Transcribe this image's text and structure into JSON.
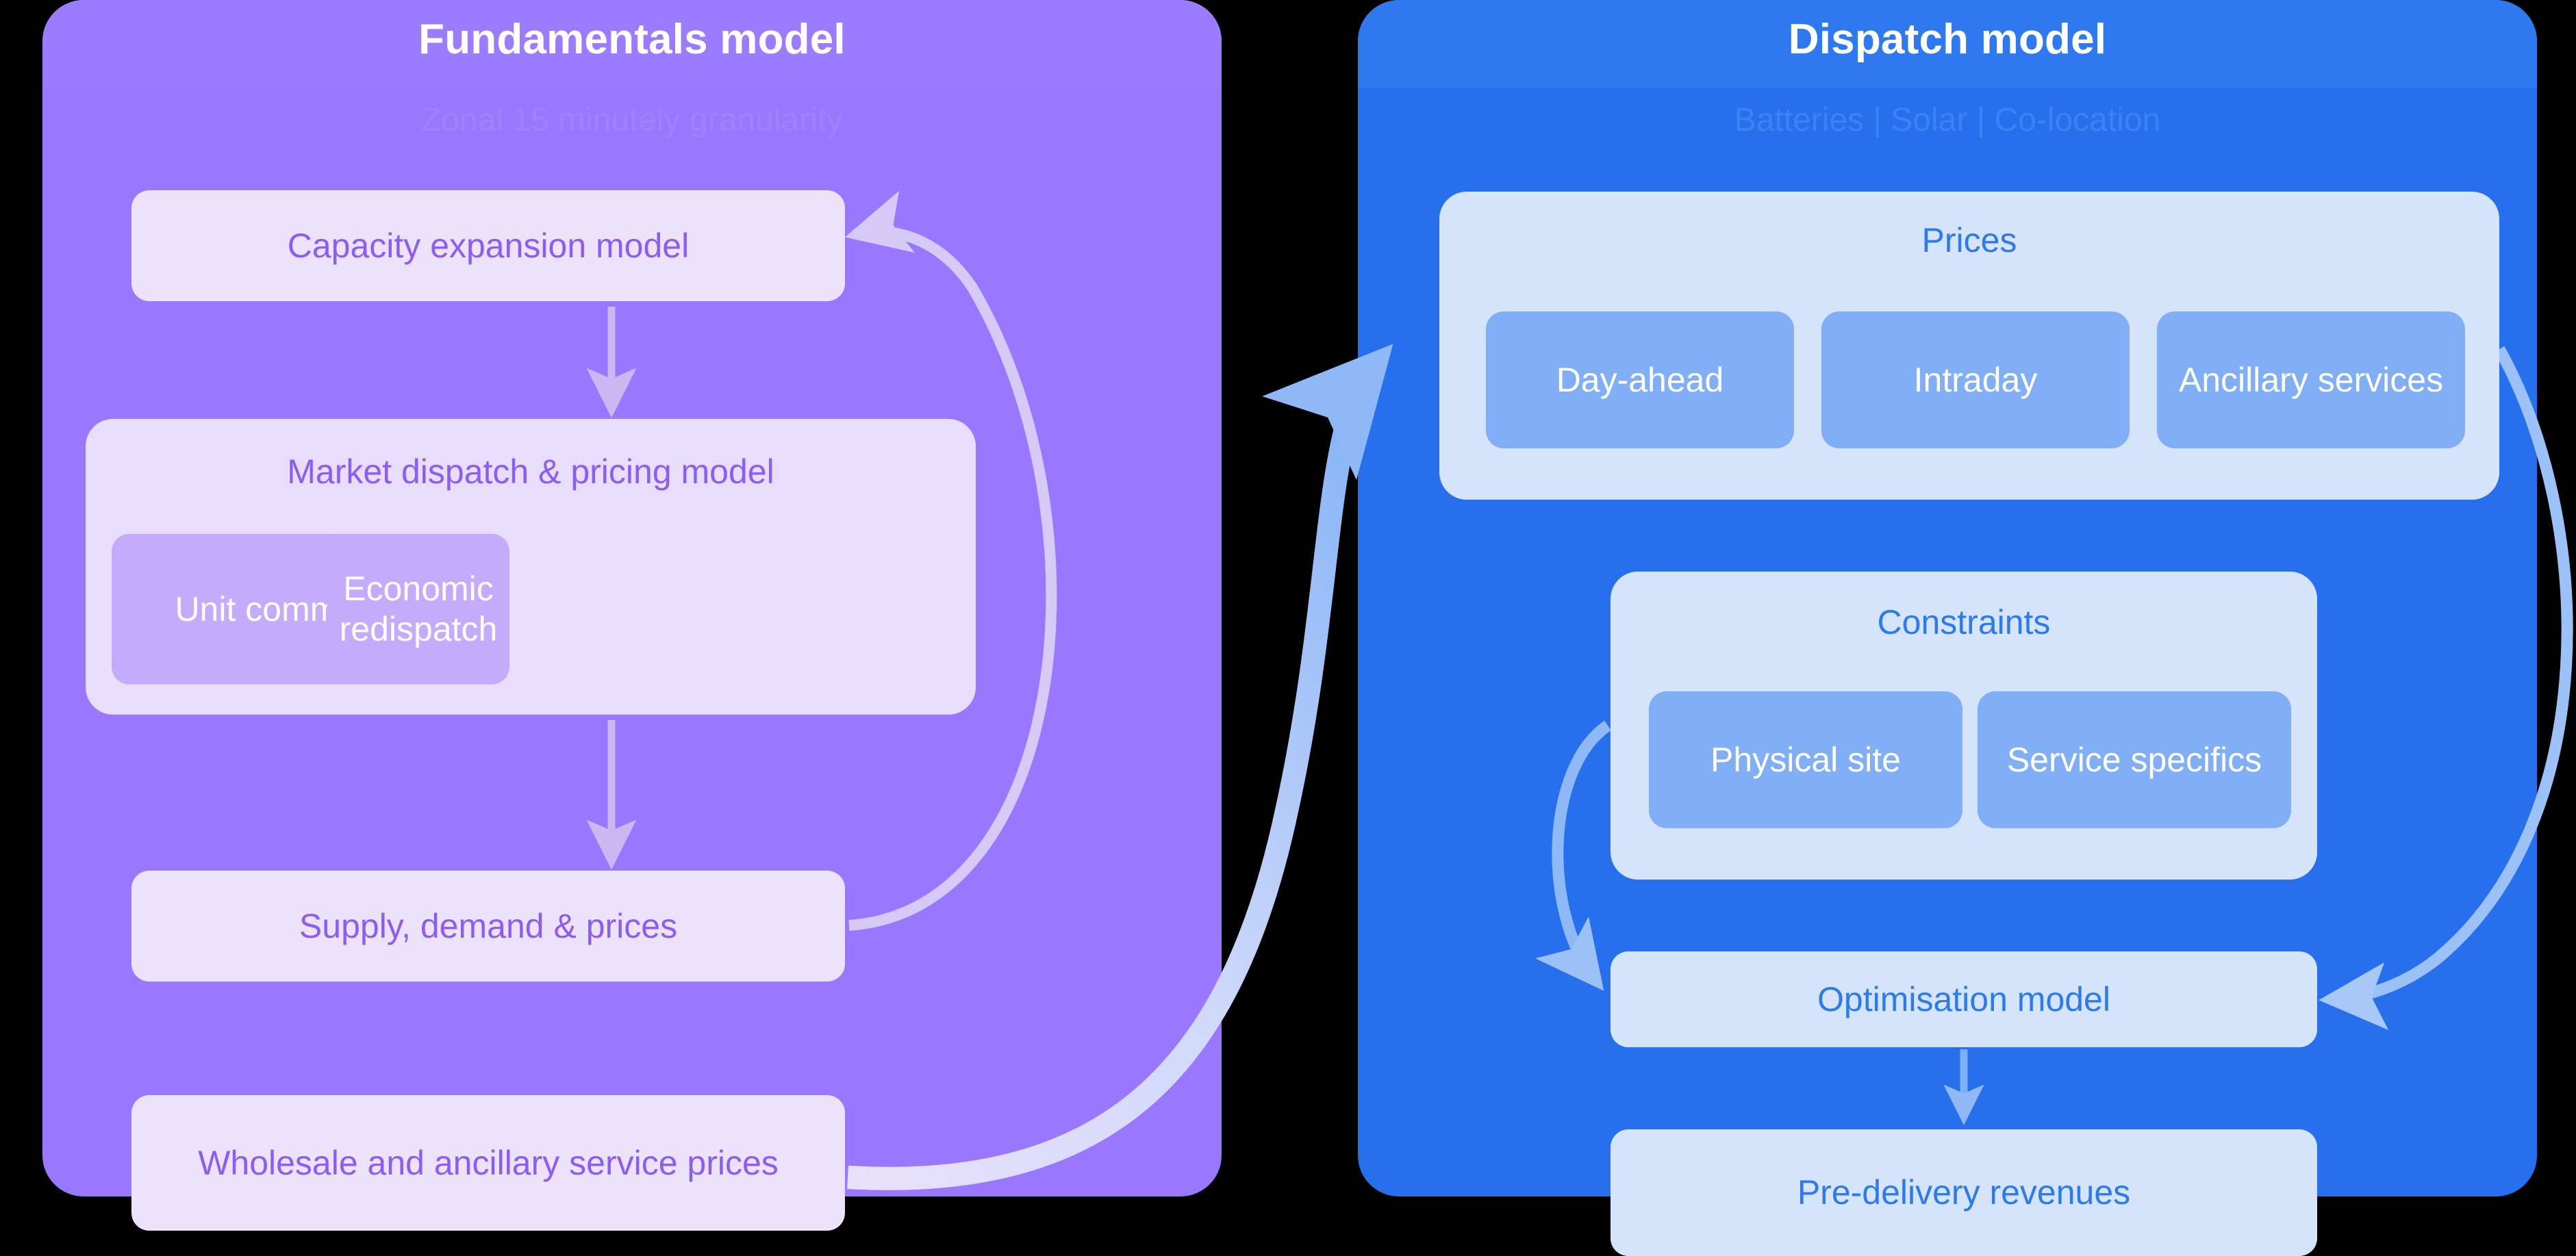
{
  "panels": {
    "left": {
      "title": "Fundamentals model",
      "subtitle": "Zonal 15 minutely granularity",
      "color": "#9977ff",
      "nodes": {
        "capacity_expansion": "Capacity expansion model",
        "market_group_title": "Market dispatch & pricing model",
        "unit_commitment": "Unit commitment",
        "economic_redispatch": "Economic redispatch",
        "supply_demand_prices": "Supply, demand & prices",
        "wholesale_prices": "Wholesale and ancillary service prices"
      }
    },
    "right": {
      "title": "Dispatch model",
      "subtitle": "Batteries | Solar | Co-location",
      "color": "#2770ed",
      "nodes": {
        "prices_group_title": "Prices",
        "day_ahead": "Day-ahead",
        "intraday": "Intraday",
        "ancillary_services": "Ancillary services",
        "constraints_group_title": "Constraints",
        "physical_site": "Physical site",
        "service_specifics": "Service specifics",
        "optimisation_model": "Optimisation model",
        "pre_delivery_revenues": "Pre-delivery revenues"
      }
    }
  },
  "flows": [
    {
      "name": "capacity-to-market",
      "from": "Capacity expansion model",
      "to": "Market dispatch & pricing model",
      "style": "straight-down"
    },
    {
      "name": "market-to-supply",
      "from": "Market dispatch & pricing model",
      "to": "Supply, demand & prices",
      "style": "straight-down"
    },
    {
      "name": "supply-to-capacity",
      "from": "Supply, demand & prices",
      "to": "Capacity expansion model",
      "style": "curved-feedback"
    },
    {
      "name": "wholesale-to-prices",
      "from": "Wholesale and ancillary service prices",
      "to": "Prices",
      "style": "curved-cross-panel"
    },
    {
      "name": "prices-to-optimisation",
      "from": "Prices",
      "to": "Optimisation model",
      "style": "curved-right"
    },
    {
      "name": "constraints-to-optimisation",
      "from": "Constraints",
      "to": "Optimisation model",
      "style": "curved-left"
    },
    {
      "name": "optimisation-to-revenues",
      "from": "Optimisation model",
      "to": "Pre-delivery revenues",
      "style": "straight-down"
    }
  ],
  "colors": {
    "purple_panel": "#9977ff",
    "blue_panel": "#2770ed",
    "lavender_card": "#ece3fb",
    "purple_chip": "#c4abfb",
    "light_blue_card": "#d6e4fb",
    "blue_chip": "#80aff6",
    "purple_text": "#8b5cf6",
    "blue_text": "#2a7bf0",
    "background": "#000000"
  }
}
